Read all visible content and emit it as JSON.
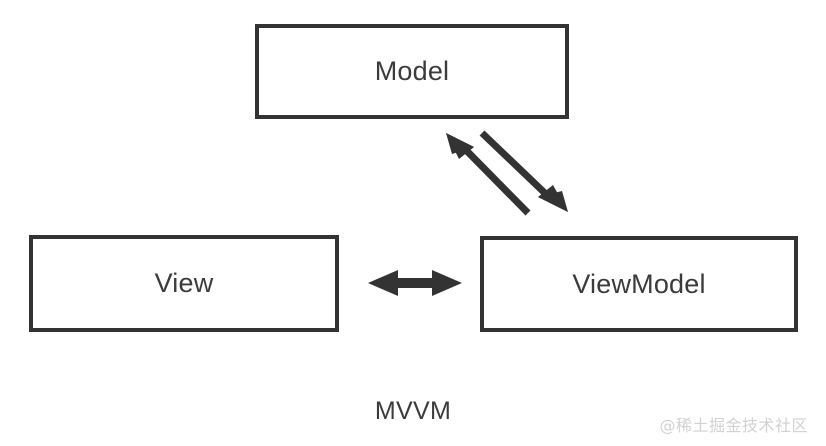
{
  "diagram": {
    "title": "MVVM",
    "caption": "MVVM",
    "background_color": "#ffffff",
    "stroke_color": "#333333",
    "text_color": "#3b3b3b",
    "nodes": [
      {
        "id": "model",
        "label": "Model"
      },
      {
        "id": "view",
        "label": "View"
      },
      {
        "id": "viewmodel",
        "label": "ViewModel"
      }
    ],
    "edges": [
      {
        "id": "model-to-viewmodel",
        "from": "Model",
        "to": "ViewModel",
        "direction": "one-way"
      },
      {
        "id": "viewmodel-to-model",
        "from": "ViewModel",
        "to": "Model",
        "direction": "one-way"
      },
      {
        "id": "view-viewmodel",
        "from": "View",
        "to": "ViewModel",
        "direction": "two-way"
      }
    ]
  },
  "watermark": {
    "text": "@稀土掘金技术社区",
    "color": "#d2d2d2"
  }
}
